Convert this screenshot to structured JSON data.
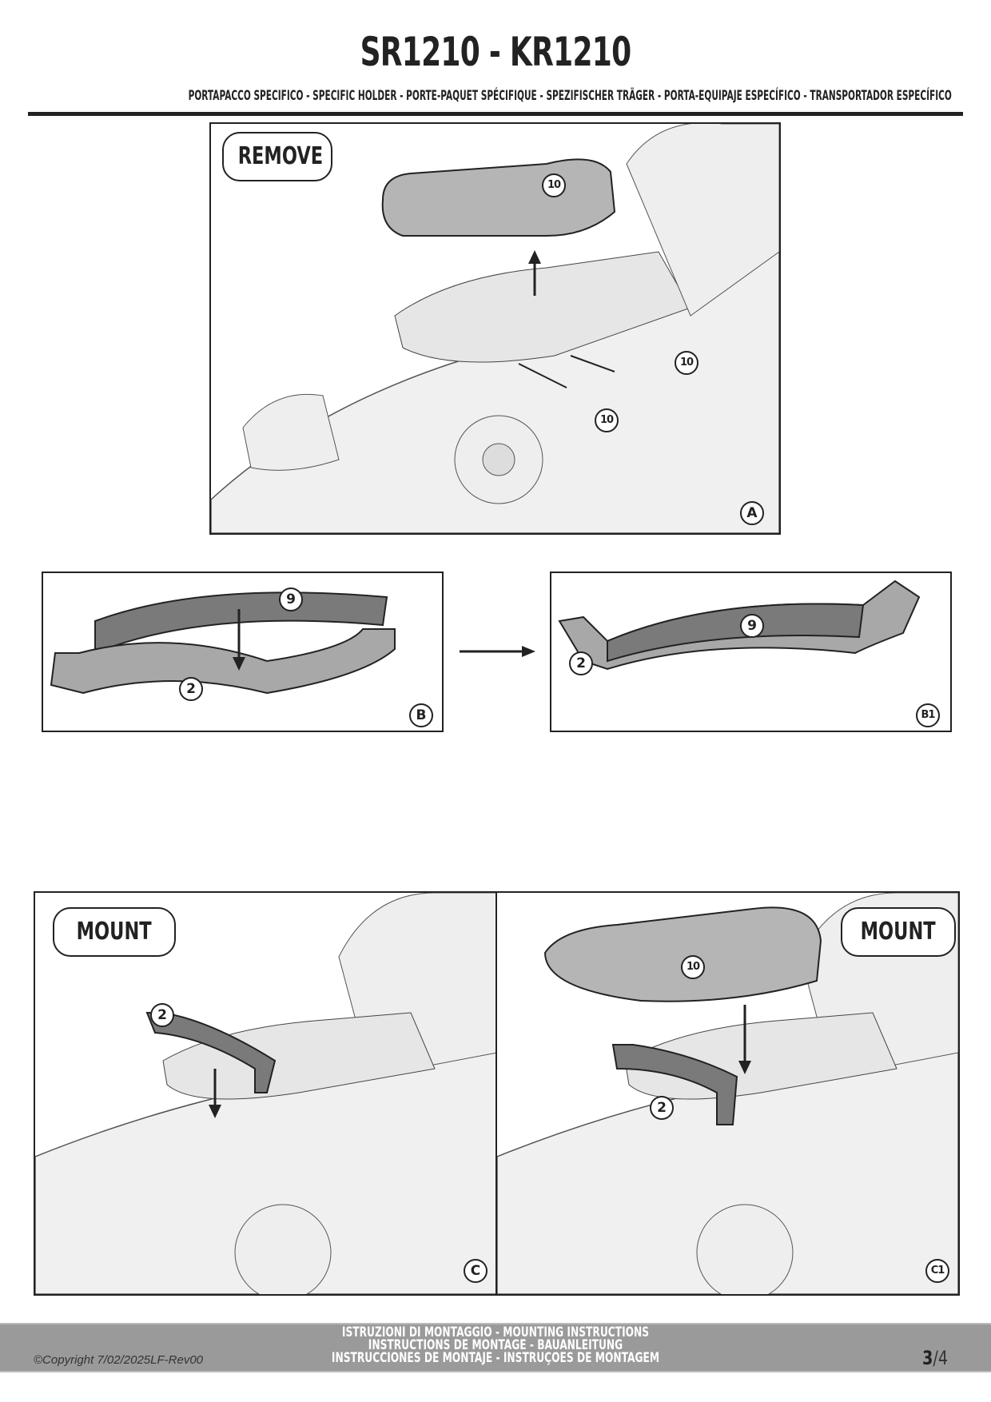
{
  "header": {
    "title": "SR1210 - KR1210",
    "subtitle": "PORTAPACCO SPECIFICO - SPECIFIC HOLDER - PORTE-PAQUET SPÉCIFIQUE - SPEZIFISCHER TRÄGER - PORTA-EQUIPAJE ESPECÍFICO - TRANSPORTADOR ESPECÍFICO"
  },
  "panels": {
    "a": {
      "pill": "REMOVE",
      "label": "A",
      "parts": [
        "10",
        "10",
        "10"
      ]
    },
    "b": {
      "label": "B",
      "parts": [
        "9",
        "2"
      ]
    },
    "b1": {
      "label": "B1",
      "parts": [
        "9",
        "2"
      ]
    },
    "c": {
      "pill": "MOUNT",
      "label": "C",
      "parts": [
        "2"
      ]
    },
    "c1": {
      "pill": "MOUNT",
      "label": "C1",
      "parts": [
        "10",
        "2"
      ]
    }
  },
  "footer": {
    "copyright": "©Copyright 7/02/2025LF-Rev00",
    "lines": [
      "ISTRUZIONI DI MONTAGGIO  -  MOUNTING INSTRUCTIONS",
      "INSTRUCTIONS DE MONTAGE - BAUANLEITUNG",
      "INSTRUCCIONES DE MONTAJE - INSTRUÇOES DE MONTAGEM"
    ],
    "page_current": "3",
    "page_total": "/4"
  },
  "colors": {
    "line": "#222222",
    "fill_light": "#e6e6e6",
    "fill_part": "#a8a8a8",
    "fill_dark": "#7a7a7a",
    "footer": "#9a9a9a"
  }
}
